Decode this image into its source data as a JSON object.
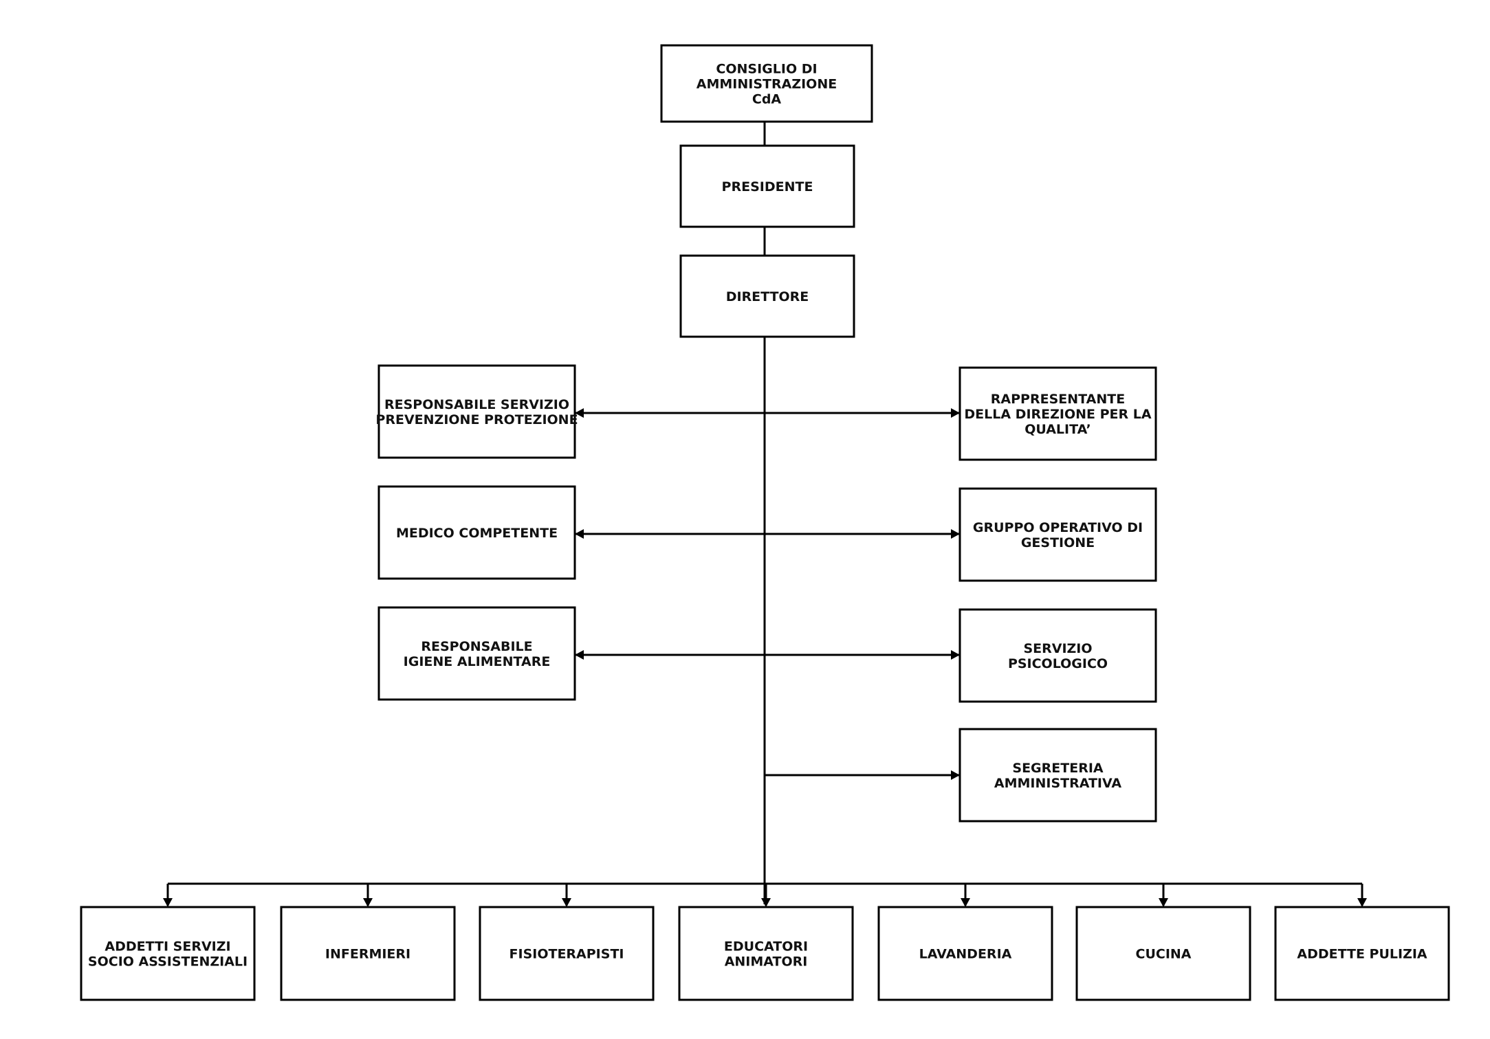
{
  "org_chart": {
    "top": {
      "board": [
        "CONSIGLIO DI",
        "AMMINISTRAZIONE",
        "CdA"
      ],
      "president": [
        "PRESIDENTE"
      ],
      "director": [
        "DIRETTORE"
      ]
    },
    "left_staff": [
      [
        "RESPONSABILE SERVIZIO",
        "PREVENZIONE PROTEZIONE"
      ],
      [
        "MEDICO COMPETENTE"
      ],
      [
        "RESPONSABILE",
        "IGIENE ALIMENTARE"
      ]
    ],
    "right_staff": [
      [
        "RAPPRESENTANTE",
        "DELLA DIREZIONE PER LA",
        "QUALITA’"
      ],
      [
        "GRUPPO OPERATIVO DI",
        "GESTIONE"
      ],
      [
        "SERVIZIO",
        "PSICOLOGICO"
      ],
      [
        "SEGRETERIA",
        "AMMINISTRATIVA"
      ]
    ],
    "operative_units": [
      [
        "ADDETTI SERVIZI",
        "SOCIO ASSISTENZIALI"
      ],
      [
        "INFERMIERI"
      ],
      [
        "FISIOTERAPISTI"
      ],
      [
        "EDUCATORI",
        "ANIMATORI"
      ],
      [
        "LAVANDERIA"
      ],
      [
        "CUCINA"
      ],
      [
        "ADDETTE PULIZIA"
      ]
    ]
  }
}
